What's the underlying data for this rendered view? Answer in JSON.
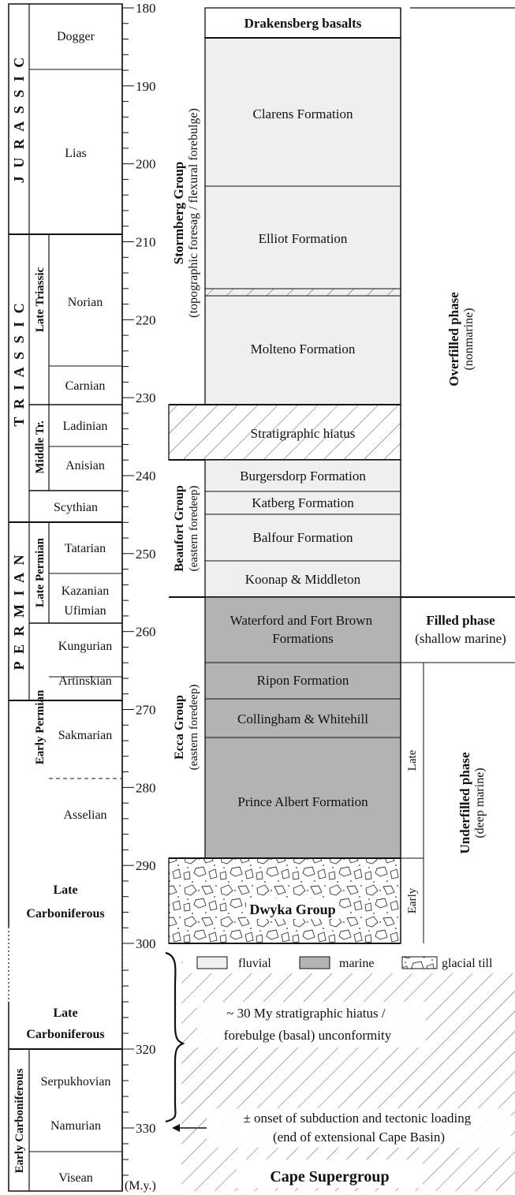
{
  "colors": {
    "fluvial": "#efefef",
    "marine": "#b3b3b3",
    "ink": "#111111",
    "background": "#ffffff"
  },
  "periods": [
    {
      "name": "jurassic",
      "label": "J U R A S S I C"
    },
    {
      "name": "triassic",
      "label": "T R I A S S I C"
    },
    {
      "name": "permian",
      "label": "P E R M I A N"
    },
    {
      "name": "late-carboniferous-a",
      "label": "Late Carboniferous"
    },
    {
      "name": "late-carboniferous-b",
      "label": "Late Carboniferous"
    },
    {
      "name": "early-carboniferous",
      "label": "Early Carboniferous"
    }
  ],
  "epochs": [
    {
      "name": "late-triassic",
      "label": "Late Triassic"
    },
    {
      "name": "middle-triassic",
      "label": "Middle Tr."
    },
    {
      "name": "late-permian",
      "label": "Late Permian"
    },
    {
      "name": "early-permian",
      "label": "Early Permian"
    }
  ],
  "stages": [
    {
      "name": "dogger",
      "label": "Dogger"
    },
    {
      "name": "lias",
      "label": "Lias"
    },
    {
      "name": "norian",
      "label": "Norian"
    },
    {
      "name": "carnian",
      "label": "Carnian"
    },
    {
      "name": "ladinian",
      "label": "Ladinian"
    },
    {
      "name": "anisian",
      "label": "Anisian"
    },
    {
      "name": "scythian",
      "label": "Scythian"
    },
    {
      "name": "tatarian",
      "label": "Tatarian"
    },
    {
      "name": "kazanian",
      "label": "Kazanian"
    },
    {
      "name": "ufimian",
      "label": "Ufimian"
    },
    {
      "name": "kungurian",
      "label": "Kungurian"
    },
    {
      "name": "artinskian",
      "label": "Artinskian"
    },
    {
      "name": "sakmarian",
      "label": "Sakmarian"
    },
    {
      "name": "asselian",
      "label": "Asselian"
    },
    {
      "name": "serpukhovian",
      "label": "Serpukhovian"
    },
    {
      "name": "namurian",
      "label": "Namurian"
    },
    {
      "name": "visean",
      "label": "Visean"
    }
  ],
  "scale": {
    "ticks": [
      "180",
      "190",
      "200",
      "210",
      "220",
      "230",
      "240",
      "250",
      "260",
      "270",
      "280",
      "290",
      "300",
      "320",
      "330"
    ],
    "unit": "(M.y.)"
  },
  "formations": [
    {
      "name": "drakensberg-basalts",
      "label": "Drakensberg basalts"
    },
    {
      "name": "clarens-formation",
      "label": "Clarens Formation"
    },
    {
      "name": "elliot-formation",
      "label": "Elliot Formation"
    },
    {
      "name": "molteno-formation",
      "label": "Molteno Formation"
    },
    {
      "name": "stratigraphic-hiatus",
      "label": "Stratigraphic hiatus"
    },
    {
      "name": "burgersdorp-formation",
      "label": "Burgersdorp Formation"
    },
    {
      "name": "katberg-formation",
      "label": "Katberg Formation"
    },
    {
      "name": "balfour-formation",
      "label": "Balfour Formation"
    },
    {
      "name": "koonap-middleton",
      "label": "Koonap & Middleton"
    },
    {
      "name": "waterford-fort-brown",
      "line1": "Waterford and Fort Brown",
      "line2": "Formations"
    },
    {
      "name": "ripon-formation",
      "label": "Ripon Formation"
    },
    {
      "name": "collingham-whitehill",
      "label": "Collingham & Whitehill"
    },
    {
      "name": "prince-albert-formation",
      "label": "Prince Albert Formation"
    },
    {
      "name": "dwyka-group",
      "label": "Dwyka Group"
    }
  ],
  "groups": [
    {
      "name": "stormberg-group",
      "title": "Stormberg Group",
      "subtitle": "(topographic foresag / flexural forebulge)"
    },
    {
      "name": "beaufort-group",
      "title": "Beaufort Group",
      "subtitle": "(eastern foredeep)"
    },
    {
      "name": "ecca-group",
      "title": "Ecca Group",
      "subtitle": "(eastern foredeep)"
    }
  ],
  "phases": {
    "overfilled": {
      "title": "Overfilled phase",
      "subtitle": "(nonmarine)"
    },
    "filled": {
      "title": "Filled phase",
      "subtitle": "(shallow marine)"
    },
    "underfilled": {
      "title": "Underfilled phase",
      "subtitle": "(deep marine)",
      "late": "Late",
      "early": "Early"
    }
  },
  "legend": {
    "fluvial": "fluvial",
    "marine": "marine",
    "glacial": "glacial till"
  },
  "hiatus_note": {
    "line1": "~ 30 My stratigraphic hiatus /",
    "line2": "forebulge (basal) unconformity"
  },
  "subduction_note": {
    "line1": "± onset of subduction and tectonic loading",
    "line2": "(end of extensional Cape Basin)"
  },
  "footer": "Cape Supergroup"
}
